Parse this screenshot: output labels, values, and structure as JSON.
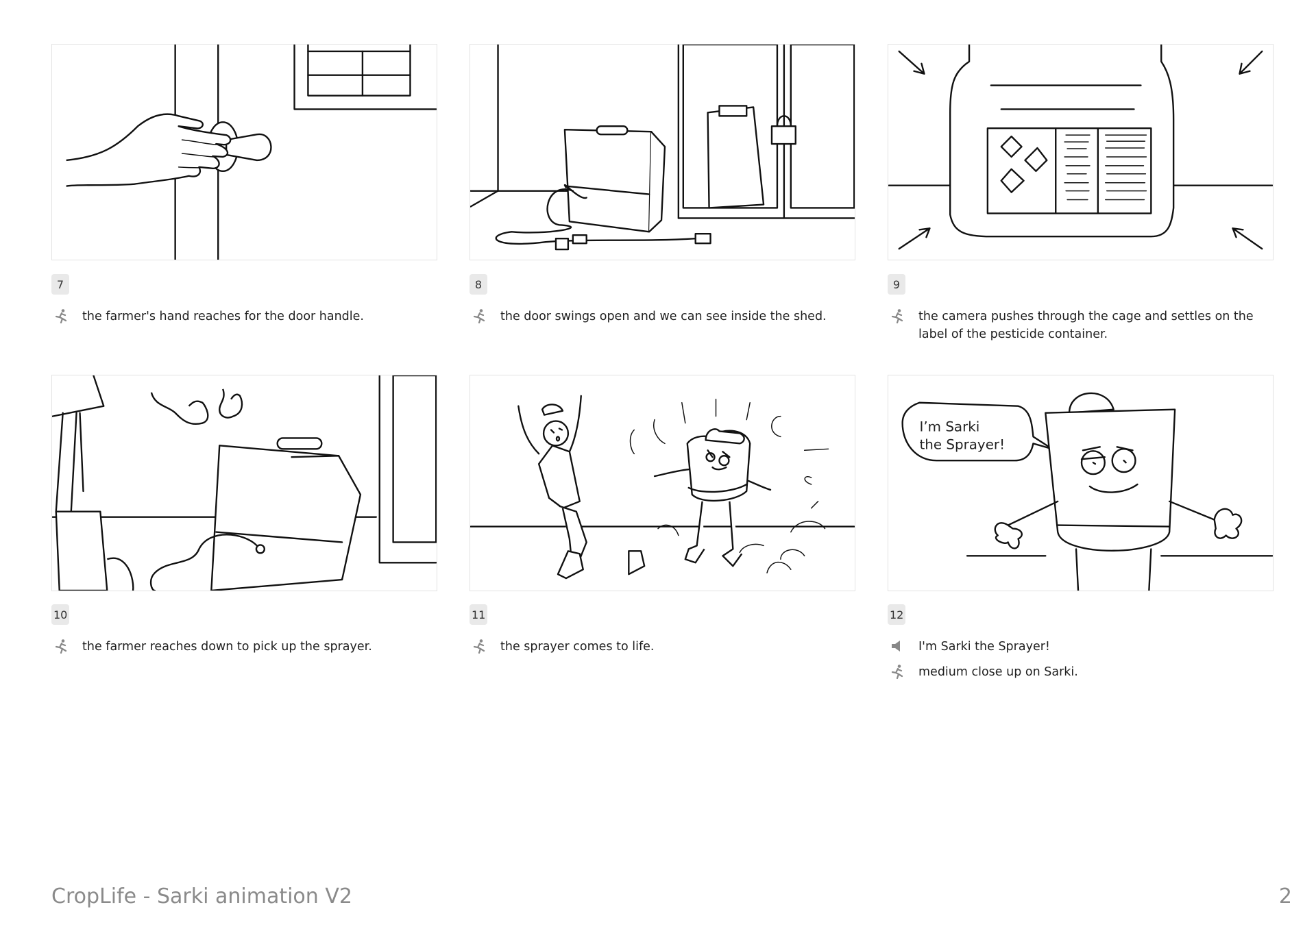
{
  "footer": {
    "title": "CropLife - Sarki animation V2",
    "page_number": "2"
  },
  "frames": [
    {
      "number": "7",
      "notes": [
        {
          "icon": "action-icon",
          "text": "the farmer's hand reaches for the door handle."
        }
      ]
    },
    {
      "number": "8",
      "notes": [
        {
          "icon": "action-icon",
          "text": "the door swings open and we can see inside the shed."
        }
      ]
    },
    {
      "number": "9",
      "notes": [
        {
          "icon": "action-icon",
          "text": "the camera pushes through the cage and settles on the label of the pesticide container."
        }
      ]
    },
    {
      "number": "10",
      "notes": [
        {
          "icon": "action-icon",
          "text": "the farmer reaches down to pick up the sprayer."
        }
      ]
    },
    {
      "number": "11",
      "notes": [
        {
          "icon": "action-icon",
          "text": "the sprayer comes to life."
        }
      ]
    },
    {
      "number": "12",
      "notes": [
        {
          "icon": "dialogue-speaker-icon",
          "text": "I'm Sarki the Sprayer!"
        },
        {
          "icon": "action-icon",
          "text": "medium close up on Sarki."
        }
      ]
    }
  ],
  "sketches": {
    "speech_bubble": "I'm Sarki the Sprayer!"
  }
}
